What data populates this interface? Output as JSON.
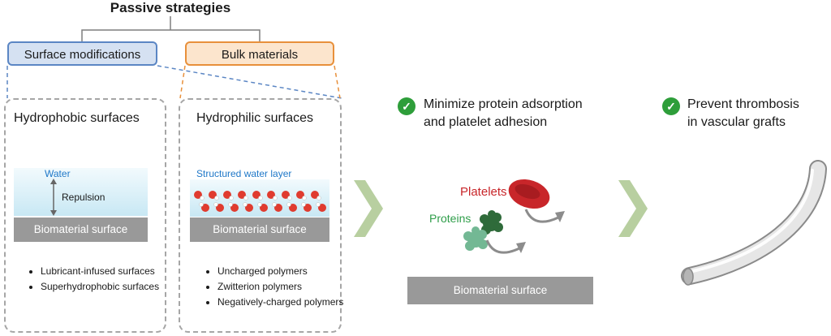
{
  "title": "Passive strategies",
  "categories": {
    "surface": "Surface modifications",
    "bulk": "Bulk materials"
  },
  "hydrophobic": {
    "title": "Hydrophobic surfaces",
    "water_label": "Water",
    "repulsion_label": "Repulsion",
    "surface_label": "Biomaterial surface",
    "bullets": [
      "Lubricant-infused surfaces",
      "Superhydrophobic surfaces"
    ]
  },
  "hydrophilic": {
    "title": "Hydrophilic surfaces",
    "water_label": "Structured water layer",
    "surface_label": "Biomaterial surface",
    "bullets": [
      "Uncharged polymers",
      "Zwitterion polymers",
      "Negatively-charged polymers"
    ]
  },
  "outcome1": {
    "line1": "Minimize protein adsorption",
    "line2": "and platelet adhesion",
    "platelets_label": "Platelets",
    "proteins_label": "Proteins",
    "surface_label": "Biomaterial surface"
  },
  "outcome2": {
    "line1": "Prevent thrombosis",
    "line2": "in vascular grafts"
  },
  "colors": {
    "surface_blue": "#5b86c4",
    "bulk_orange": "#e8903b",
    "check_green": "#2e9e3a",
    "chevron_green": "#b8cfa0",
    "platelet_red": "#c8262a",
    "protein_green": "#2f9e4a",
    "water_blue": "#1f78c8"
  }
}
